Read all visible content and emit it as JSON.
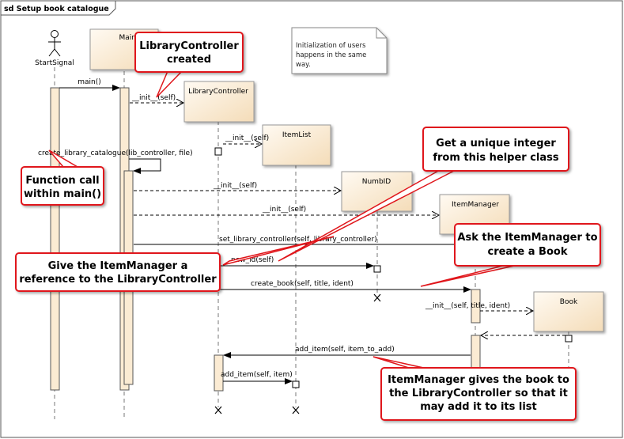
{
  "frame": {
    "title": "sd Setup book catalogue"
  },
  "note": {
    "lines": [
      "Initialization of users",
      "happens in the same",
      "way."
    ]
  },
  "actors": {
    "start_signal": "StartSignal",
    "main": "Main",
    "library_controller": "LibraryController",
    "item_list": "ItemList",
    "numb_id": "NumbID",
    "item_manager": "ItemManager",
    "book": "Book"
  },
  "messages": {
    "main_call": "main()",
    "init_lc": "__init__(self)",
    "init_itemlist": "__init__(self)",
    "create_catalogue": "create_library_catalogue(lib_controller, file)",
    "init_numbid": "__init__(self)",
    "init_itemmanager": "__init__(self)",
    "set_controller": "set_library_controller(self, library_controller)",
    "new_id": "new_id(self)",
    "create_book": "create_book(self, title, ident)",
    "init_book": "__init__(self, title, ident)",
    "add_item_lc": "add_item(self, item_to_add)",
    "add_item_list": "add_item(self, item)"
  },
  "callouts": {
    "lc_created": [
      "LibraryController",
      "created"
    ],
    "function_call": [
      "Function call",
      "within main()"
    ],
    "unique_integer": [
      "Get a unique integer",
      "from this helper class"
    ],
    "ask_itemmanager": [
      "Ask the ItemManager to",
      "create a Book"
    ],
    "give_reference": [
      "Give the ItemManager a",
      "reference to the LibraryController"
    ],
    "gives_book": [
      "ItemManager gives the book to",
      "the LibraryController so that it",
      "may add it to its list"
    ]
  },
  "colors": {
    "callout_border": "#e0161b",
    "lifeline_head_fill": "#fbebd3",
    "note_fill": "#ffffff",
    "frame_stroke": "#555555"
  }
}
